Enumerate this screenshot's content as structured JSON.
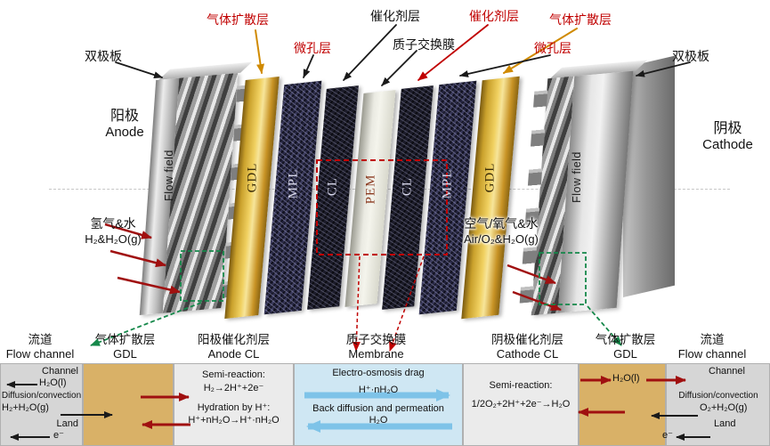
{
  "top": {
    "labels": {
      "gdl_left": "气体扩散层",
      "catalyst_left": "催化剂层",
      "catalyst_right": "催化剂层",
      "gdl_right": "气体扩散层",
      "bipolar_left": "双极板",
      "mpl_left": "微孔层",
      "pem_membrane": "质子交换膜",
      "mpl_right": "微孔层",
      "bipolar_right": "双极板"
    },
    "electrodes": {
      "anode_zh": "阳极",
      "anode_en": "Anode",
      "cathode_zh": "阴极",
      "cathode_en": "Cathode"
    },
    "inlets": {
      "left_zh": "氢气&水",
      "left_en": "H₂&H₂O(g)",
      "right_zh": "空气/氧气&水",
      "right_en": "Air/O₂&H₂O(g)"
    },
    "layer_text": {
      "flow_field_left": "Flow field",
      "gdl_left": "GDL",
      "mpl_left": "MPL",
      "cl_left": "CL",
      "pem": "PEM",
      "cl_right": "CL",
      "mpl_right": "MPL",
      "gdl_right": "GDL",
      "flow_field_right": "Flow field"
    }
  },
  "bottom": {
    "headers": [
      {
        "zh": "流道",
        "en": "Flow channel"
      },
      {
        "zh": "气体扩散层",
        "en": "GDL"
      },
      {
        "zh": "阳极催化剂层",
        "en": "Anode CL"
      },
      {
        "zh": "质子交换膜",
        "en": "Membrane"
      },
      {
        "zh": "阴极催化剂层",
        "en": "Cathode CL"
      },
      {
        "zh": "气体扩散层",
        "en": "GDL"
      },
      {
        "zh": "流道",
        "en": "Flow channel"
      }
    ],
    "left_channel": {
      "channel": "Channel",
      "h2o_liquid": "H₂O(l)",
      "diffusion": "Diffusion/convection",
      "gas_in": "H₂+H₂O(g)",
      "land": "Land",
      "electron": "e⁻"
    },
    "anode_cl": {
      "line1": "Semi-reaction:",
      "line2": "H₂→2H⁺+2e⁻",
      "line3": "Hydration by H⁺:",
      "line4": "H⁺+nH₂O→H⁺·nH₂O"
    },
    "membrane": {
      "line1": "Electro-osmosis drag",
      "line2": "H⁺·nH₂O",
      "line3": "Back diffusion and permeation",
      "line4": "H₂O"
    },
    "cathode_cl": {
      "line1": "Semi-reaction:",
      "line2": "1/2O₂+2H⁺+2e⁻→H₂O"
    },
    "right_gdl": {
      "h2o_liquid": "H₂O(l)"
    },
    "right_channel": {
      "channel": "Channel",
      "diffusion": "Diffusion/convection",
      "gas_in": "O₂+H₂O(g)",
      "land": "Land",
      "electron": "e⁻"
    }
  },
  "colors": {
    "accent_red": "#c00000",
    "arrow_dark_red": "#a01010",
    "arrow_gold": "#d08a00",
    "arrow_green": "#15884a",
    "arrow_cyan": "#7ec3e8",
    "gdl_gold": "#d9b167",
    "membrane_blue": "#cfe7f3"
  }
}
